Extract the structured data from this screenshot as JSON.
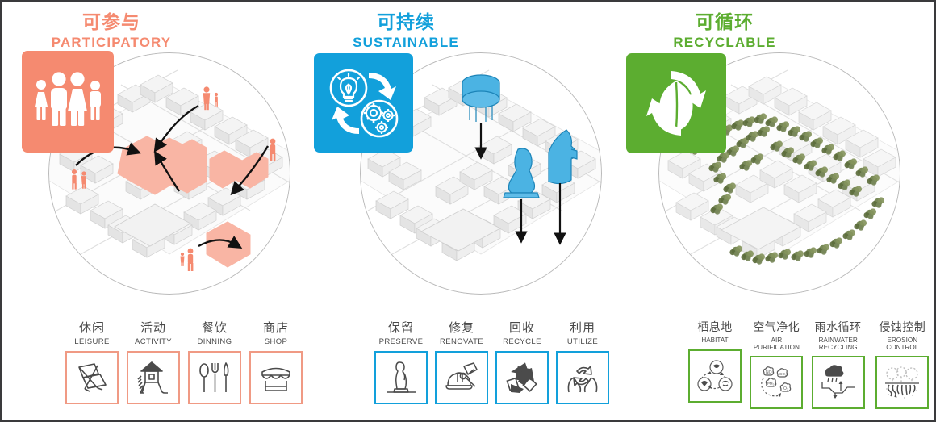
{
  "colors": {
    "participatory": "#F58A70",
    "sustainable": "#12A0DB",
    "recyclable": "#5CAD30",
    "label_text": "#4a4a4a",
    "frame": "#3a3a3c",
    "map_grey": "#e9e9e9",
    "tree_green": "#6d7f4a"
  },
  "panels": [
    {
      "id": "participatory",
      "heading_cn": "可参与",
      "heading_en": "PARTICIPATORY",
      "badge_icon": "family-icon",
      "scene_name": "participatory-site-diagram",
      "scene_desc": "isometric city model with highlighted activity zones, people figures and curved arrows",
      "items": [
        {
          "cn": "休闲",
          "en": "LEISURE",
          "icon": "deck-chair-icon"
        },
        {
          "cn": "活动",
          "en": "ACTIVITY",
          "icon": "playground-icon"
        },
        {
          "cn": "餐饮",
          "en": "DINNING",
          "icon": "cutlery-icon"
        },
        {
          "cn": "商店",
          "en": "SHOP",
          "icon": "market-stall-icon"
        }
      ]
    },
    {
      "id": "sustainable",
      "heading_cn": "可持续",
      "heading_en": "SUSTAINABLE",
      "badge_icon": "lightbulb-gears-cycle-icon",
      "scene_name": "sustainable-site-diagram",
      "scene_desc": "isometric city model with blue heritage objects and placement arrows",
      "items": [
        {
          "cn": "保留",
          "en": "PRESERVE",
          "icon": "statue-icon"
        },
        {
          "cn": "修复",
          "en": "RENOVATE",
          "icon": "hardhat-tools-icon"
        },
        {
          "cn": "回收",
          "en": "RECYCLE",
          "icon": "recycle-arrows-icon"
        },
        {
          "cn": "利用",
          "en": "UTILIZE",
          "icon": "hands-cycle-icon"
        }
      ]
    },
    {
      "id": "recyclable",
      "heading_cn": "可循环",
      "heading_en": "RECYCLABLE",
      "badge_icon": "leaf-cycle-icon",
      "scene_name": "recyclable-site-diagram",
      "scene_desc": "isometric city model with green tree canopy corridors",
      "items": [
        {
          "cn": "栖息地",
          "en": "HABITAT",
          "icon": "habitat-cycle-icon"
        },
        {
          "cn": "空气净化",
          "en": "AIR PURIFICATION",
          "icon": "air-purification-icon"
        },
        {
          "cn": "雨水循环",
          "en": "RAINWATER\nRECYCLING",
          "icon": "rainwater-icon"
        },
        {
          "cn": "侵蚀控制",
          "en": "EROSION CONTROL",
          "icon": "erosion-control-icon"
        }
      ]
    }
  ]
}
